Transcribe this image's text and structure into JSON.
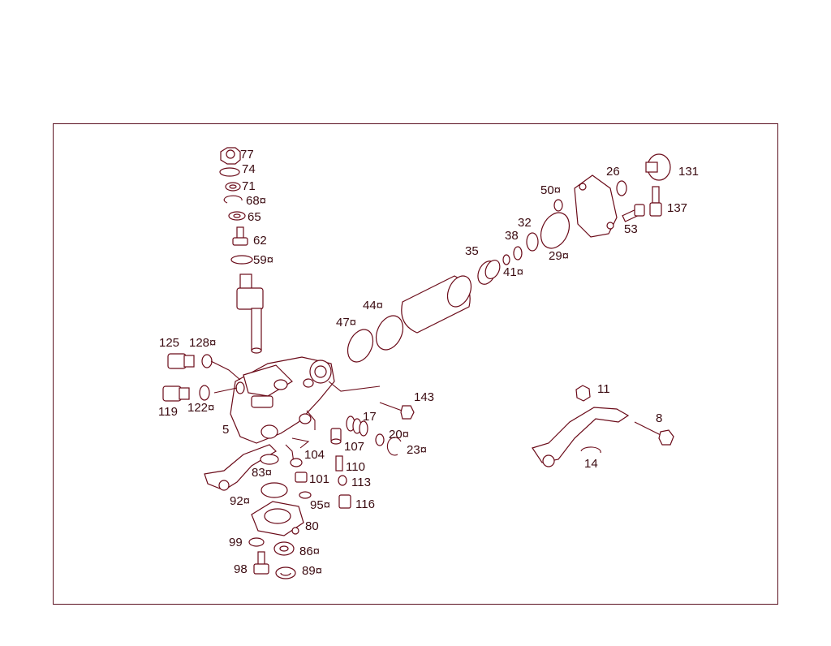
{
  "diagram": {
    "colors": {
      "line": "#6a0a18",
      "text": "#3a0a10",
      "frame": "#5a1020",
      "background": "#ffffff"
    },
    "callout_marker_symbol": "¤",
    "callouts": [
      {
        "id": "c77",
        "text": "77"
      },
      {
        "id": "c74",
        "text": "74"
      },
      {
        "id": "c71",
        "text": "71"
      },
      {
        "id": "c68",
        "text": "68¤"
      },
      {
        "id": "c65",
        "text": "65"
      },
      {
        "id": "c62",
        "text": "62"
      },
      {
        "id": "c59",
        "text": "59¤"
      },
      {
        "id": "c125",
        "text": "125"
      },
      {
        "id": "c128",
        "text": "128¤"
      },
      {
        "id": "c119",
        "text": "119"
      },
      {
        "id": "c122",
        "text": "122¤"
      },
      {
        "id": "c5",
        "text": "5"
      },
      {
        "id": "c47",
        "text": "47¤"
      },
      {
        "id": "c44",
        "text": "44¤"
      },
      {
        "id": "c35",
        "text": "35"
      },
      {
        "id": "c41",
        "text": "41¤"
      },
      {
        "id": "c38",
        "text": "38"
      },
      {
        "id": "c32",
        "text": "32"
      },
      {
        "id": "c50",
        "text": "50¤"
      },
      {
        "id": "c29",
        "text": "29¤"
      },
      {
        "id": "c26",
        "text": "26"
      },
      {
        "id": "c131",
        "text": "131"
      },
      {
        "id": "c137",
        "text": "137"
      },
      {
        "id": "c53",
        "text": "53"
      },
      {
        "id": "c143",
        "text": "143"
      },
      {
        "id": "c17",
        "text": "17"
      },
      {
        "id": "c20",
        "text": "20¤"
      },
      {
        "id": "c107",
        "text": "107"
      },
      {
        "id": "c23",
        "text": "23¤"
      },
      {
        "id": "c104",
        "text": "104"
      },
      {
        "id": "c101",
        "text": "101"
      },
      {
        "id": "c110",
        "text": "110"
      },
      {
        "id": "c113",
        "text": "113"
      },
      {
        "id": "c83",
        "text": "83¤"
      },
      {
        "id": "c92",
        "text": "92¤"
      },
      {
        "id": "c95",
        "text": "95¤"
      },
      {
        "id": "c116",
        "text": "116"
      },
      {
        "id": "c80",
        "text": "80"
      },
      {
        "id": "c99",
        "text": "99"
      },
      {
        "id": "c86",
        "text": "86¤"
      },
      {
        "id": "c98",
        "text": "98"
      },
      {
        "id": "c89",
        "text": "89¤"
      },
      {
        "id": "c11",
        "text": "11"
      },
      {
        "id": "c8",
        "text": "8"
      },
      {
        "id": "c14",
        "text": "14"
      }
    ]
  }
}
